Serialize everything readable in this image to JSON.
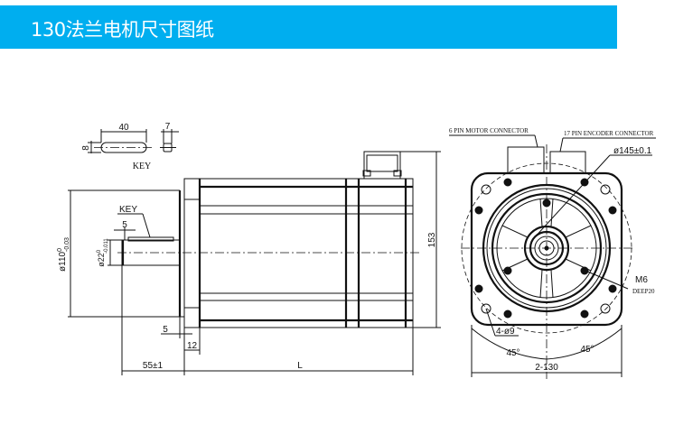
{
  "header": {
    "title": "130法兰电机尺寸图纸",
    "color": "#00aeef"
  },
  "side_view": {
    "key_length": "40",
    "key_width": "8",
    "key_height": "7",
    "key_caption": "KEY",
    "key_label": "KEY",
    "key_offset": "5",
    "flange_diameter": "ø110",
    "flange_tol_upper": "0",
    "flange_tol_lower": "-0.03",
    "shaft_diameter": "ø22",
    "shaft_tol_upper": "0",
    "shaft_tol_lower": "-0.011",
    "height": "153",
    "flange_step": "5",
    "flange_thickness": "12",
    "shaft_length": "55±1",
    "body_length": "L"
  },
  "front_view": {
    "motor_connector": "6 PIN MOTOR CONNECTOR",
    "encoder_connector": "17 PIN ENCODER CONNECTOR",
    "pitch_circle": "ø145±0.1",
    "thread": "M6",
    "thread_depth": "DEEP20",
    "mount_holes": "4-ø9",
    "angle_left": "45°",
    "angle_right": "45°",
    "square_size": "2-130"
  }
}
